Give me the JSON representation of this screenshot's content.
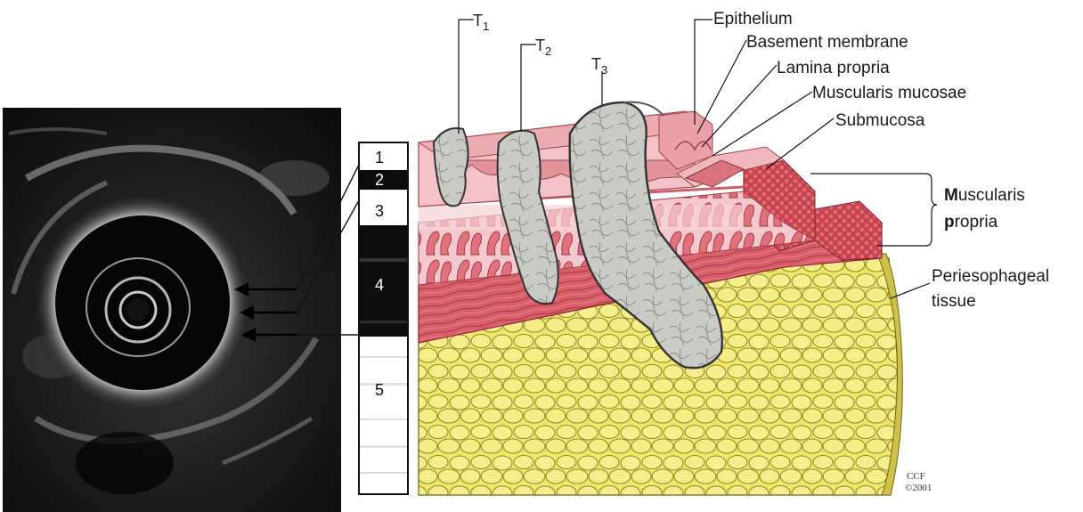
{
  "tumor_stages": {
    "t1": {
      "letter": "T",
      "sub": "1"
    },
    "t2": {
      "letter": "T",
      "sub": "2"
    },
    "t3": {
      "letter": "T",
      "sub": "3"
    }
  },
  "layer_labels": {
    "epithelium": "Epithelium",
    "basement_membrane": "Basement membrane",
    "lamina_propria": "Lamina propria",
    "muscularis_mucosae": "Muscularis mucosae",
    "submucosa": "Submucosa",
    "muscularis_propria_line1_bold": "M",
    "muscularis_propria_line1_rest": "uscularis",
    "muscularis_propria_line2_bold": "p",
    "muscularis_propria_line2_rest": "ropria",
    "periesophageal_line1": "Periesophageal",
    "periesophageal_line2": "tissue"
  },
  "ultrasound_bands": [
    "1",
    "2",
    "3",
    "4",
    "5"
  ],
  "credit": {
    "line1": "CCF",
    "line2": "©2001"
  },
  "colors": {
    "epithelium": "#e9a7ad",
    "mucosa_light": "#f6d3d6",
    "muscle": "#d9606b",
    "muscle_dark": "#b83a47",
    "fat": "#f2ea7a",
    "tumor": "#c9c9c4",
    "tumor_outline": "#333333"
  }
}
